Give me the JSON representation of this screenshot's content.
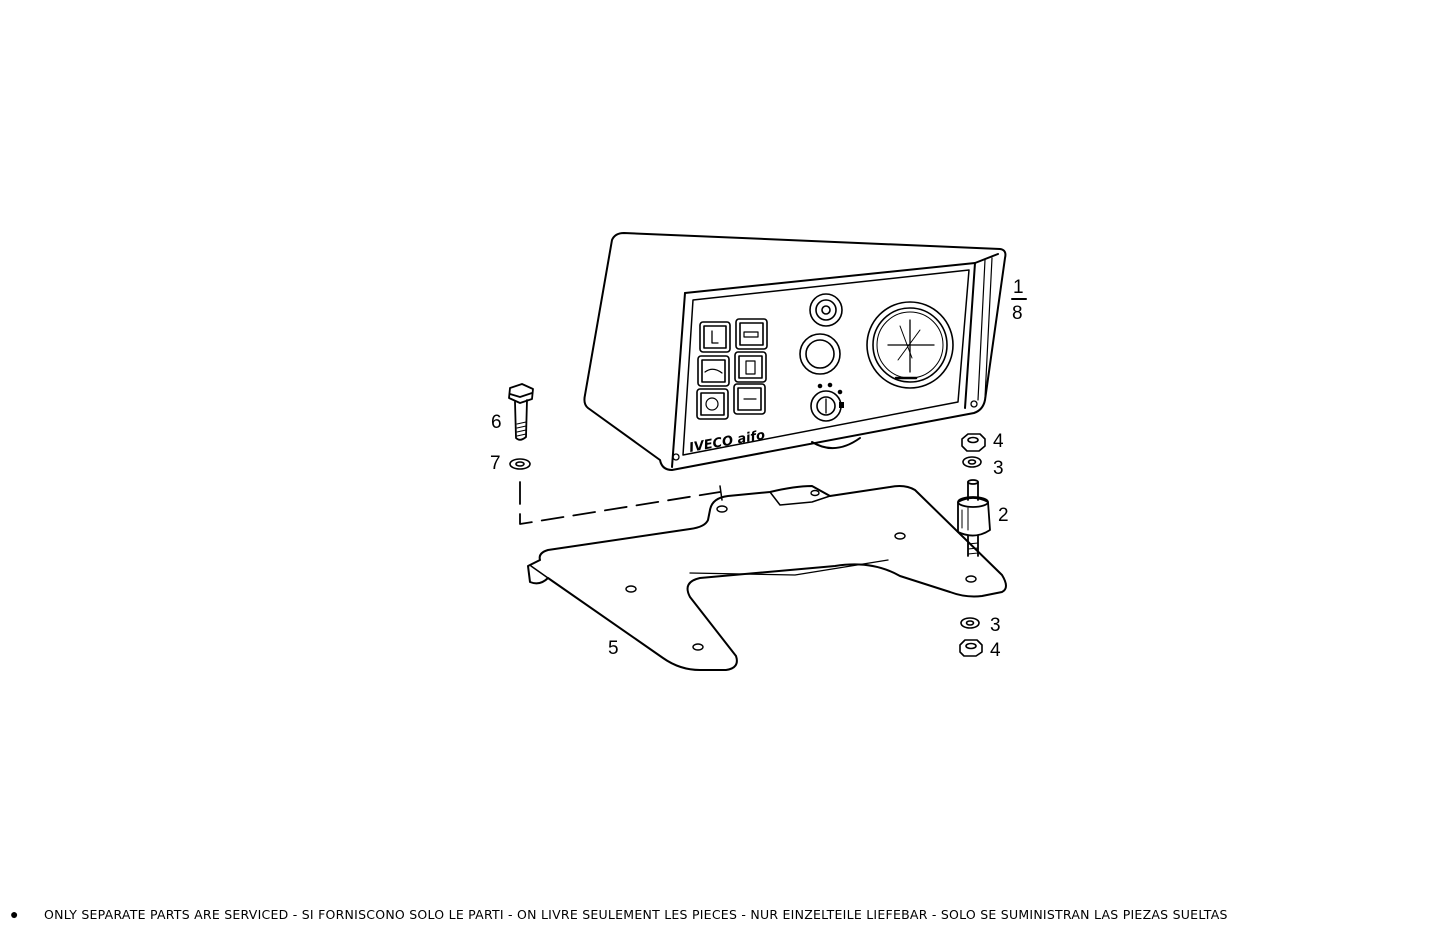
{
  "callouts": {
    "c1": "1",
    "c8": "8",
    "c6": "6",
    "c7": "7",
    "c4_top": "4",
    "c3_top": "3",
    "c2": "2",
    "c3_bottom": "3",
    "c4_bottom": "4",
    "c5": "5"
  },
  "panel_logo": "IVECO aifo",
  "footer": {
    "bullet": "●",
    "note": "ONLY SEPARATE PARTS ARE SERVICED - SI FORNISCONO SOLO LE PARTI - ON LIVRE SEULEMENT LES PIECES - NUR EINZELTEILE LIEFEBAR - SOLO SE SUMINISTRAN LAS PIEZAS SUELTAS"
  }
}
